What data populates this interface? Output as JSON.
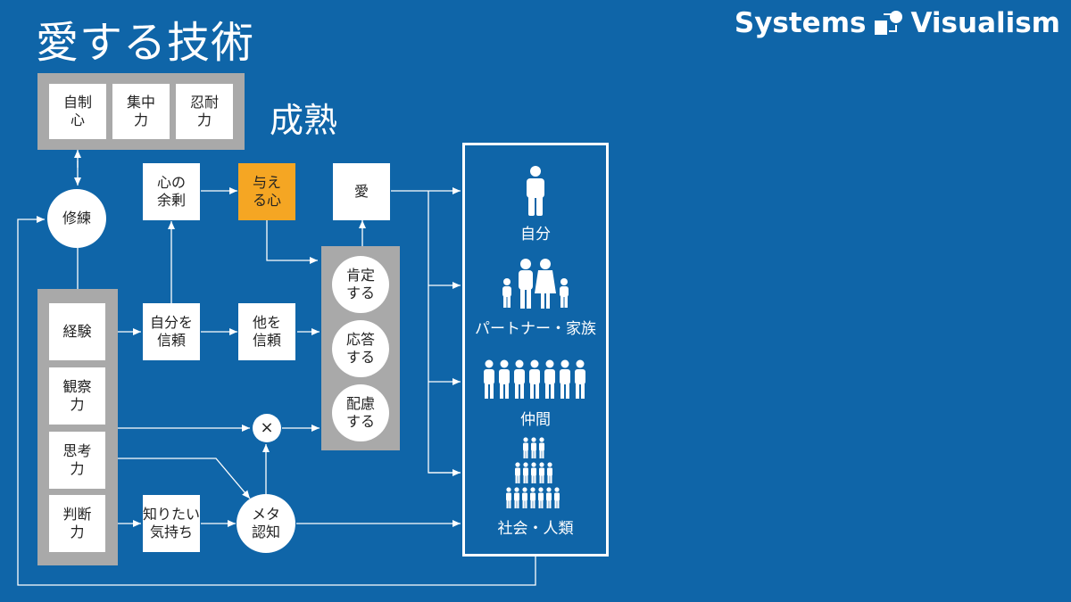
{
  "header": {
    "title": "愛する技術",
    "subtitle": "成熟",
    "brand_left": "Systems",
    "brand_right": "Visualism"
  },
  "top_group": [
    "自制\n心",
    "集中\n力",
    "忍耐\n力"
  ],
  "nodes": {
    "shuren": "修練",
    "kokoro_yojo": "心の\n余剰",
    "ataeru": "与え\nる心",
    "ai": "愛",
    "jibun_shinrai": "自分を\n信頼",
    "ta_shinrai": "他を\n信頼",
    "times": "×",
    "shiritai": "知りたい\n気持ち",
    "meta": "メタ\n認知"
  },
  "left_group": [
    "経験",
    "観察\n力",
    "思考\n力",
    "判断\n力"
  ],
  "actions": [
    "肯定\nする",
    "応答\nする",
    "配慮\nする"
  ],
  "targets": [
    {
      "label": "自分",
      "icon": "person-icon"
    },
    {
      "label": "パートナー・家族",
      "icon": "family-icon"
    },
    {
      "label": "仲間",
      "icon": "group-icon"
    },
    {
      "label": "社会・人類",
      "icon": "society-icon"
    }
  ],
  "colors": {
    "background": "#0f65a8",
    "accent": "#f5a623",
    "panel": "#a9a9a9"
  }
}
